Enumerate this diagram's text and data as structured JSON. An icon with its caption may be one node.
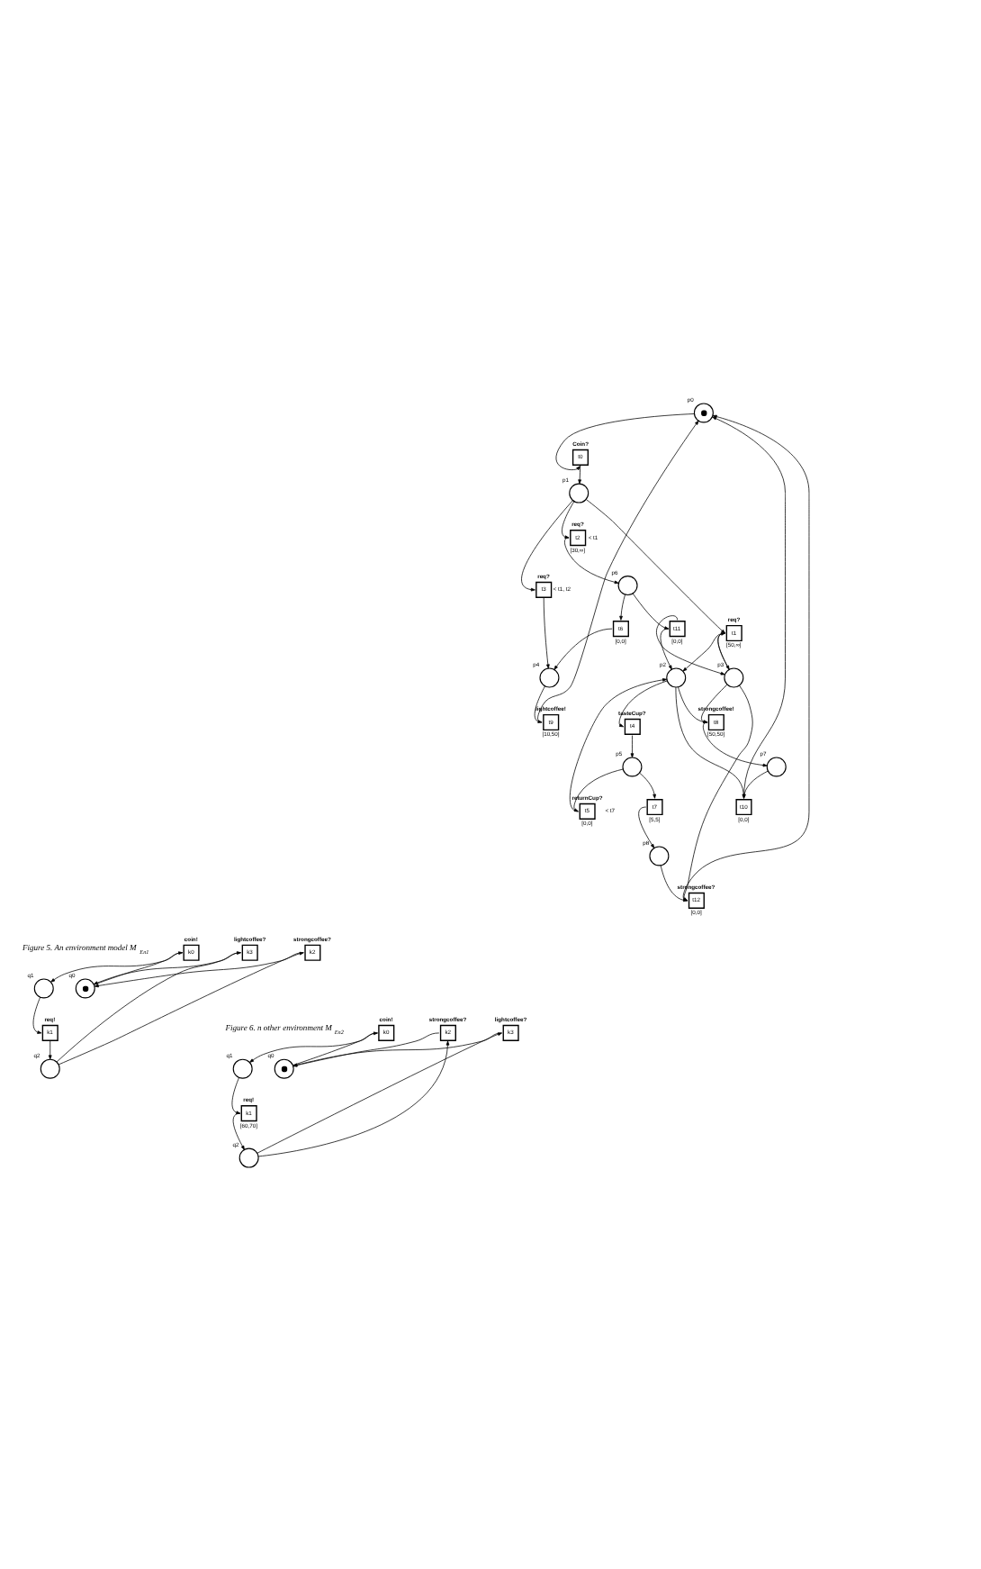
{
  "diagram": {
    "nodes": [
      {
        "text": [],
        "shape": "circle",
        "beside": [
          "p0"
        ]
      },
      {
        "text": [
          "lightcoffee!",
          "t9"
        ],
        "beside": [
          "[10,50]"
        ]
      },
      {
        "text": [
          "t10"
        ],
        "beside": [
          "[0,0]"
        ]
      },
      {
        "text": [],
        "shape": "circle",
        "beside": [
          "p7"
        ]
      },
      {
        "text": [
          "strongcoffee?",
          "t12"
        ],
        "beside": [
          "[0,0]"
        ]
      },
      {
        "text": [
          "Coin?",
          "t0"
        ]
      },
      {
        "text": [],
        "shape": "circle",
        "beside": [
          "p4"
        ]
      },
      {
        "text": [],
        "shape": "circle",
        "beside": [
          "p1"
        ]
      },
      {
        "text": [],
        "shape": "circle",
        "beside": [
          "p3"
        ]
      },
      {
        "text": [
          "strongcoffee!",
          "t8"
        ],
        "beside": [
          "[50,50]"
        ]
      },
      {
        "text": [],
        "shape": "circle",
        "beside": [
          "p8"
        ]
      },
      {
        "text": [
          "req?",
          "t3"
        ],
        "beside": [
          "< t1, t2"
        ]
      },
      {
        "text": [],
        "shape": "circle",
        "beside": [
          "p2"
        ]
      },
      {
        "text": [
          "t7"
        ],
        "beside": [
          "[5,5]"
        ]
      },
      {
        "text": [
          "t6"
        ],
        "beside": [
          "[0,0]"
        ]
      },
      {
        "text": [
          "req?",
          "t1"
        ],
        "beside": [
          "[50,∞]"
        ]
      },
      {
        "text": [
          "tasteCup?",
          "t4"
        ]
      },
      {
        "text": [],
        "shape": "circle",
        "beside": [
          "p5"
        ]
      },
      {
        "text": [
          "req?",
          "t2"
        ],
        "beside": [
          "< t1",
          "[30,∞]"
        ]
      },
      {
        "text": [
          "returnCup?",
          "t5"
        ],
        "beside": [
          "< t7",
          "[0,0]"
        ]
      },
      {
        "text": [],
        "shape": "circle",
        "beside": [
          "p6"
        ]
      },
      {
        "text": [
          "t11"
        ],
        "beside": [
          "[0,0]"
        ]
      },
      {
        "text": [],
        "shape": "circle",
        "beside": [
          "q0"
        ]
      },
      {
        "text": [
          "coin!",
          "k0"
        ]
      },
      {
        "text": [
          "lightcoffee?",
          "k3"
        ]
      },
      {
        "text": [
          "strongcoffee?",
          "k2"
        ]
      },
      {
        "text": [],
        "shape": "circle",
        "beside": [
          "q1"
        ]
      },
      {
        "text": [
          "req!",
          "k1"
        ]
      },
      {
        "text": [],
        "shape": "circle",
        "beside": [
          "q2"
        ]
      },
      {
        "text": [],
        "shape": "circle",
        "beside": [
          "q0"
        ]
      },
      {
        "text": [
          "coin!",
          "k0"
        ]
      },
      {
        "text": [
          "lightcoffee?",
          "k3"
        ]
      },
      {
        "text": [
          "strongcoffee?",
          "k2"
        ]
      },
      {
        "text": [],
        "shape": "circle",
        "beside": [
          "q1"
        ]
      },
      {
        "text": [
          "req!",
          "k1"
        ],
        "beside": [
          "[60,70]"
        ]
      },
      {
        "text": [],
        "shape": "circle",
        "beside": [
          "q2"
        ]
      }
    ],
    "edges": [
      {
        "from": 1,
        "to": 0,
        "arrow": "to"
      },
      {
        "from": 2,
        "to": 0,
        "arrow": "to"
      },
      {
        "from": 4,
        "to": 0,
        "arrow": "to"
      },
      {
        "from": 0,
        "to": 5,
        "arrow": "to"
      },
      {
        "from": 5,
        "to": 7,
        "arrow": "to"
      },
      {
        "from": 6,
        "to": 1,
        "arrow": "to"
      },
      {
        "from": 7,
        "to": 11,
        "arrow": "to"
      },
      {
        "from": 11,
        "to": 6,
        "arrow": "to"
      },
      {
        "from": 14,
        "to": 6,
        "arrow": "to"
      },
      {
        "from": 20,
        "to": 14,
        "arrow": "to"
      },
      {
        "from": 7,
        "to": 18,
        "arrow": "to"
      },
      {
        "from": 18,
        "to": 20,
        "arrow": "to"
      },
      {
        "from": 7,
        "to": 15,
        "arrow": "to"
      },
      {
        "from": 15,
        "to": 12,
        "arrow": "to"
      },
      {
        "from": 15,
        "to": 8,
        "arrow": "to"
      },
      {
        "from": 8,
        "to": 15,
        "arrow": "to"
      },
      {
        "from": 20,
        "to": 21,
        "arrow": "to"
      },
      {
        "from": 21,
        "to": 8,
        "arrow": "to"
      },
      {
        "from": 21,
        "to": 12,
        "arrow": "to"
      },
      {
        "from": 12,
        "to": 2,
        "arrow": "to"
      },
      {
        "from": 3,
        "to": 2,
        "arrow": "to"
      },
      {
        "from": 8,
        "to": 4,
        "arrow": "to"
      },
      {
        "from": 8,
        "to": 9,
        "arrow": "to"
      },
      {
        "from": 12,
        "to": 9,
        "arrow": "to"
      },
      {
        "from": 9,
        "to": 3,
        "arrow": "to"
      },
      {
        "from": 10,
        "to": 4,
        "arrow": "to"
      },
      {
        "from": 13,
        "to": 10,
        "arrow": "to"
      },
      {
        "from": 17,
        "to": 13,
        "arrow": "to"
      },
      {
        "from": 12,
        "to": 16,
        "arrow": "to"
      },
      {
        "from": 16,
        "to": 17,
        "arrow": "to"
      },
      {
        "from": 17,
        "to": 19,
        "arrow": "to"
      },
      {
        "from": 19,
        "to": 12,
        "arrow": "to"
      },
      {
        "from": 22,
        "to": 23,
        "arrow": "to"
      },
      {
        "from": 23,
        "to": 26,
        "arrow": "to"
      },
      {
        "from": 26,
        "to": 27,
        "arrow": "to"
      },
      {
        "from": 27,
        "to": 28,
        "arrow": "to"
      },
      {
        "from": 28,
        "to": 25,
        "arrow": "to"
      },
      {
        "from": 25,
        "to": 22,
        "arrow": "to"
      },
      {
        "from": 28,
        "to": 24,
        "arrow": "to"
      },
      {
        "from": 24,
        "to": 22,
        "arrow": "to"
      },
      {
        "from": 29,
        "to": 30,
        "arrow": "to"
      },
      {
        "from": 30,
        "to": 33,
        "arrow": "to"
      },
      {
        "from": 33,
        "to": 34,
        "arrow": "to"
      },
      {
        "from": 34,
        "to": 35,
        "arrow": "to"
      },
      {
        "from": 35,
        "to": 32,
        "arrow": "to"
      },
      {
        "from": 32,
        "to": 29,
        "arrow": "to"
      },
      {
        "from": 35,
        "to": 31,
        "arrow": "to"
      },
      {
        "from": 31,
        "to": 29,
        "arrow": "to"
      }
    ],
    "labels": [
      "Figure 5. An environment model M$_{En1}$",
      "Figure 6. n other environment M$_{En2}$"
    ]
  }
}
